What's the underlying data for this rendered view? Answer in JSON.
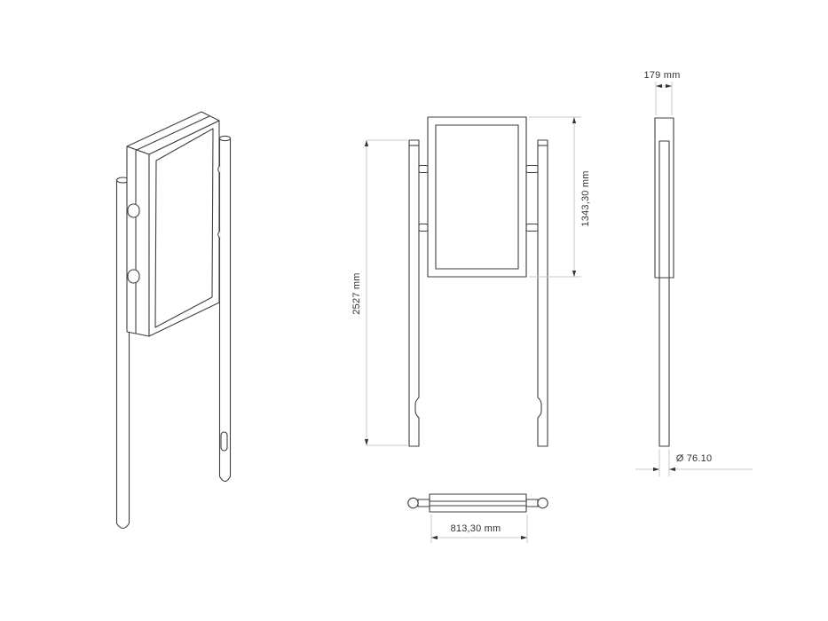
{
  "drawing": {
    "type": "technical-drawing",
    "subject": "sign-panel-on-two-posts",
    "dimensions": {
      "total_height": "2527 mm",
      "panel_height": "1343,30 mm",
      "side_depth": "179 mm",
      "post_diameter": "Ø 76.10",
      "overall_width": "813,30 mm"
    },
    "colors": {
      "background": "#ffffff",
      "object_line": "#404040",
      "dimension_line": "#c8c8c8",
      "arrow": "#333333",
      "text": "#333333"
    }
  }
}
